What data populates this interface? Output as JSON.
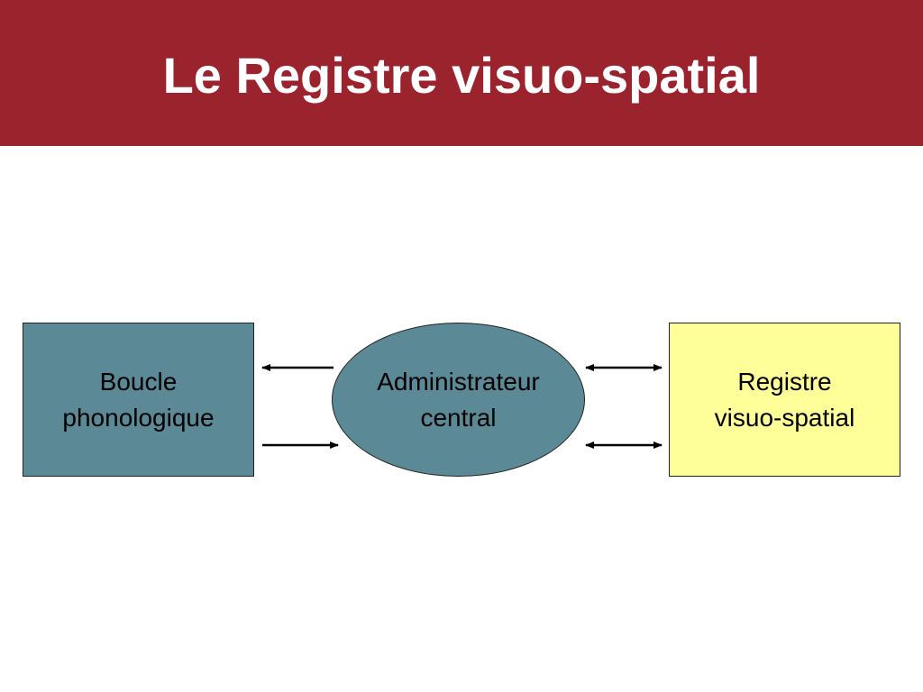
{
  "title": "Le Registre visuo-spatial",
  "colors": {
    "title_bar": "#9b232e",
    "teal_node": "#5b8a96",
    "yellow_node": "#ffff99"
  },
  "nodes": {
    "left": {
      "line1": "Boucle",
      "line2": "phonologique"
    },
    "center": {
      "line1": "Administrateur",
      "line2": "central"
    },
    "right": {
      "line1": "Registre",
      "line2": "visuo-spatial"
    }
  },
  "edges": [
    {
      "from": "center",
      "to": "left",
      "style": "single-arrow"
    },
    {
      "from": "left",
      "to": "center",
      "style": "single-arrow"
    },
    {
      "from": "center",
      "to": "right",
      "style": "double-arrow"
    },
    {
      "from": "center",
      "to": "right",
      "style": "double-arrow"
    }
  ]
}
